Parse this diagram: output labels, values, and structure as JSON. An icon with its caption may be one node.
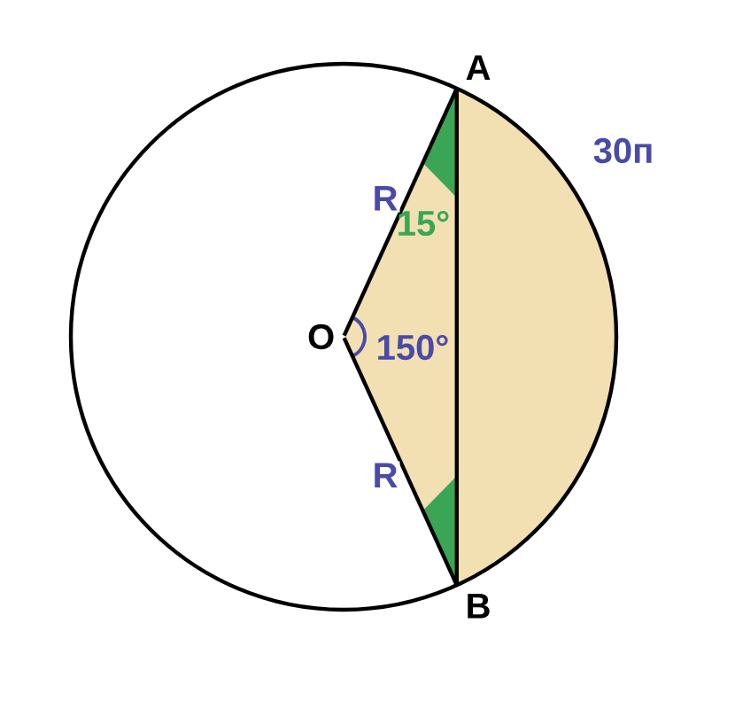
{
  "diagram": {
    "nodes": [
      {
        "text": [
          "A"
        ]
      },
      {
        "text": [
          "B"
        ]
      },
      {
        "text": [
          "O"
        ]
      }
    ],
    "edges": [
      {
        "from": 2,
        "to": 0,
        "arrow": "none",
        "label": "R"
      },
      {
        "from": 2,
        "to": 1,
        "arrow": "none",
        "label": "R"
      },
      {
        "from": 0,
        "to": 1,
        "arrow": "none"
      }
    ],
    "labels": [
      "30п",
      "15°",
      "150°"
    ]
  }
}
